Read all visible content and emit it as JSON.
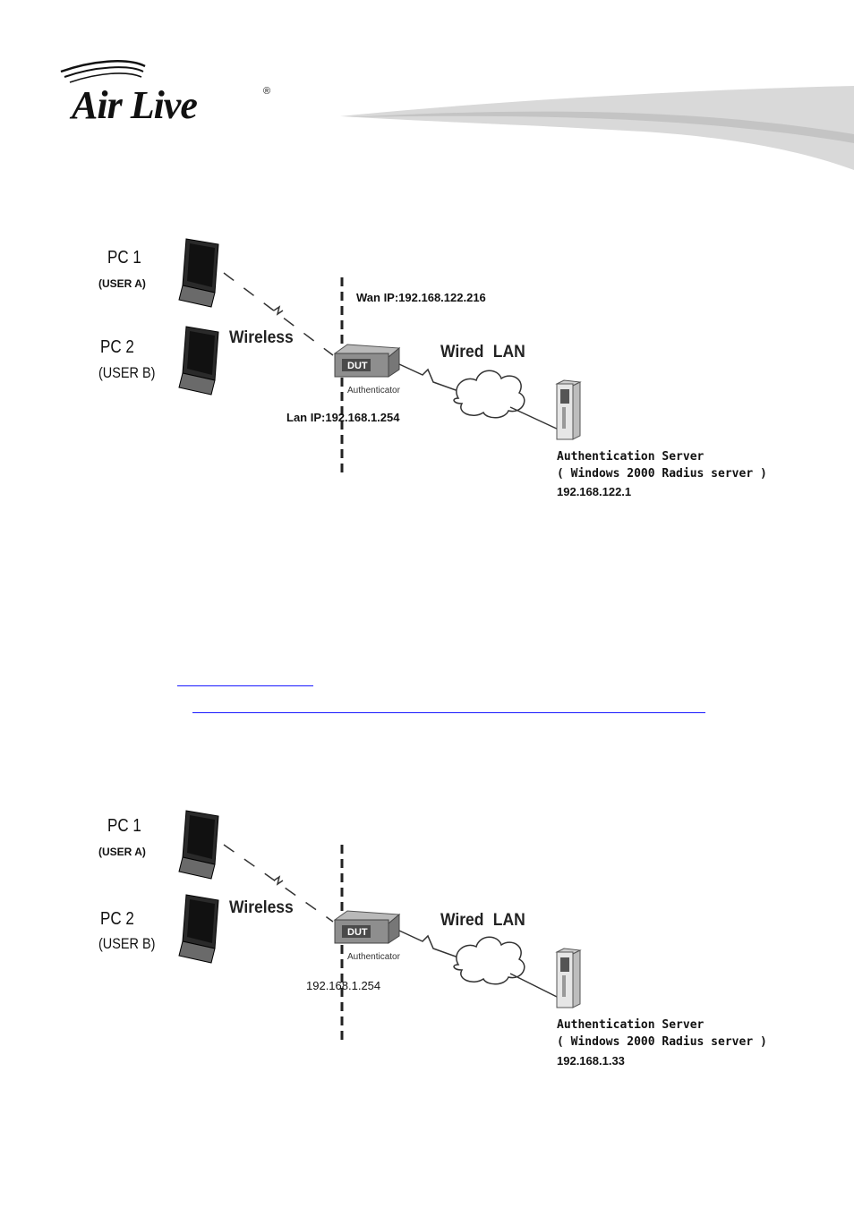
{
  "header": {
    "logo_text": "Air Live",
    "logo_mark": "®"
  },
  "diagrams": [
    {
      "pc1_label": "PC 1",
      "pc1_user": "(USER A)",
      "pc2_label": "PC 2",
      "pc2_user": "(USER B)",
      "wireless_label": "Wireless",
      "wired_label": "Wired LAN",
      "dut_label": "DUT",
      "authenticator_label": "Authenticator",
      "wan_ip": "Wan IP:192.168.122.216",
      "lan_ip": "Lan IP:192.168.1.254",
      "server_title": "Authentication Server",
      "server_subtitle": "( Windows 2000 Radius server )",
      "server_ip": "192.168.122.1"
    },
    {
      "pc1_label": "PC 1",
      "pc1_user": "(USER A)",
      "pc2_label": "PC 2",
      "pc2_user": "(USER B)",
      "wireless_label": "Wireless",
      "wired_label": "Wired LAN",
      "dut_label": "DUT",
      "authenticator_label": "Authenticator",
      "lan_ip": "192.168.1.254",
      "server_title": "Authentication Server",
      "server_subtitle": "( Windows 2000 Radius server )",
      "server_ip": "192.168.1.33"
    }
  ],
  "colors": {
    "link": "#1a1aff",
    "swoosh": "#cfcfcf"
  }
}
